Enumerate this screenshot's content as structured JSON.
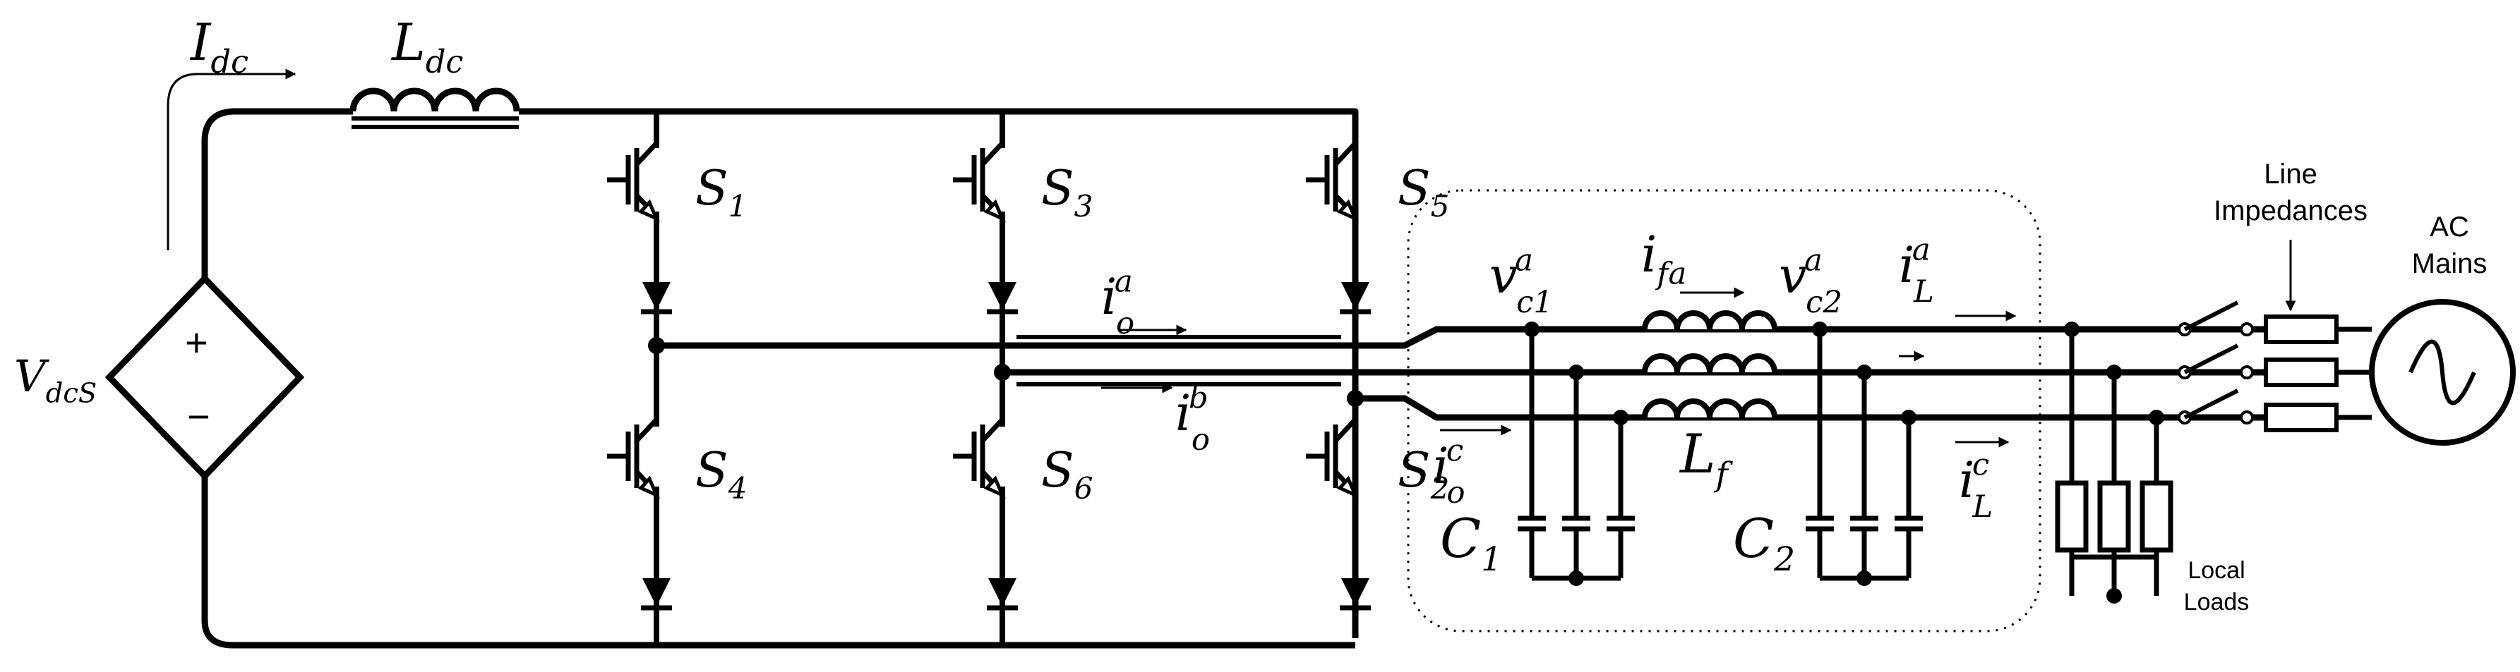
{
  "labels": {
    "idc": {
      "main": "I",
      "sub": "dc"
    },
    "ldc": {
      "main": "L",
      "sub": "dc"
    },
    "vdcs": {
      "main": "V",
      "sub": "dcS"
    },
    "plus": "+",
    "minus": "−",
    "s1": {
      "main": "S",
      "sub": "1"
    },
    "s2": {
      "main": "S",
      "sub": "2"
    },
    "s3": {
      "main": "S",
      "sub": "3"
    },
    "s4": {
      "main": "S",
      "sub": "4"
    },
    "s5": {
      "main": "S",
      "sub": "5"
    },
    "s6": {
      "main": "S",
      "sub": "6"
    },
    "ioa": {
      "main": "i",
      "sub": "o",
      "sup": "a"
    },
    "iob": {
      "main": "i",
      "sub": "o",
      "sup": "b"
    },
    "ioc": {
      "main": "i",
      "sub": "o",
      "sup": "c"
    },
    "vc1a": {
      "main": "v",
      "sub": "c1",
      "sup": "a"
    },
    "vc2a": {
      "main": "v",
      "sub": "c2",
      "sup": "a"
    },
    "ifa": {
      "main": "i",
      "sub": "fa"
    },
    "ila": {
      "main": "i",
      "sub": "L",
      "sup": "a"
    },
    "ilc": {
      "main": "i",
      "sub": "L",
      "sup": "c"
    },
    "lf": {
      "main": "L",
      "sub": "f"
    },
    "c1": {
      "main": "C",
      "sub": "1"
    },
    "c2": {
      "main": "C",
      "sub": "2"
    },
    "line_impedances": [
      "Line",
      "Impedances"
    ],
    "ac_mains": [
      "AC",
      "Mains"
    ],
    "local_loads": [
      "Local",
      "Loads"
    ]
  }
}
